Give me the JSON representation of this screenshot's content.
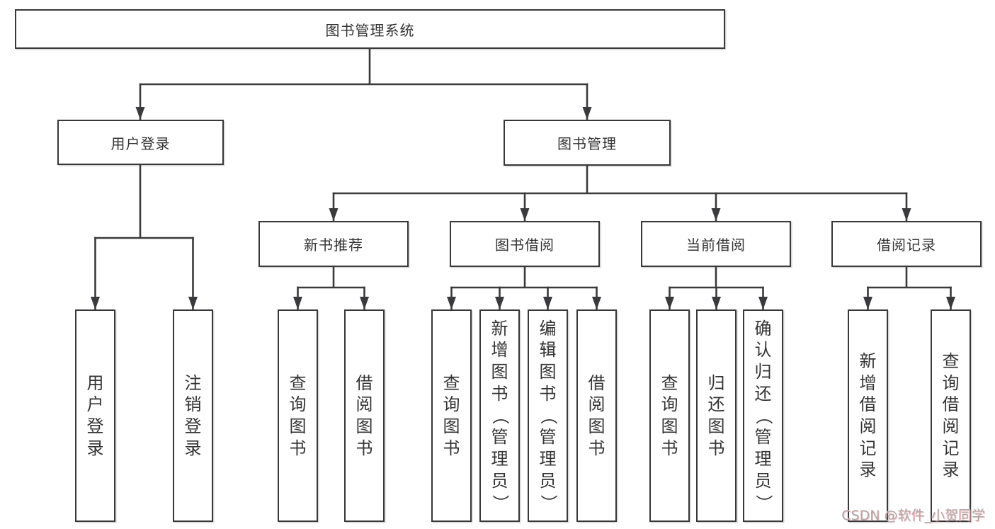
{
  "title": {
    "label": "图书管理系统"
  },
  "level1": [
    {
      "label": "用户登录"
    },
    {
      "label": "图书管理"
    }
  ],
  "level2": [
    {
      "label": "新书推荐"
    },
    {
      "label": "图书借阅"
    },
    {
      "label": "当前借阅"
    },
    {
      "label": "借阅记录"
    }
  ],
  "leaves": {
    "user_login": [
      "用户登录",
      "注销登录"
    ],
    "new_book": [
      "查询图书",
      "借阅图书"
    ],
    "book_borrow": [
      "查询图书",
      "新增图书（管理员）",
      "编辑图书（管理员）",
      "借阅图书"
    ],
    "current_borrow": [
      "查询图书",
      "归还图书",
      "确认归还（管理员）"
    ],
    "borrow_record": [
      "新增借阅记录",
      "查询借阅记录"
    ]
  },
  "watermark": {
    "text": "CSDN @软件_小贺同学"
  },
  "colors": {
    "line": "#3a3a3c",
    "border": "#38383a",
    "text": "#333333",
    "background": "#ffffff",
    "watermark": "#b0a8a8"
  }
}
